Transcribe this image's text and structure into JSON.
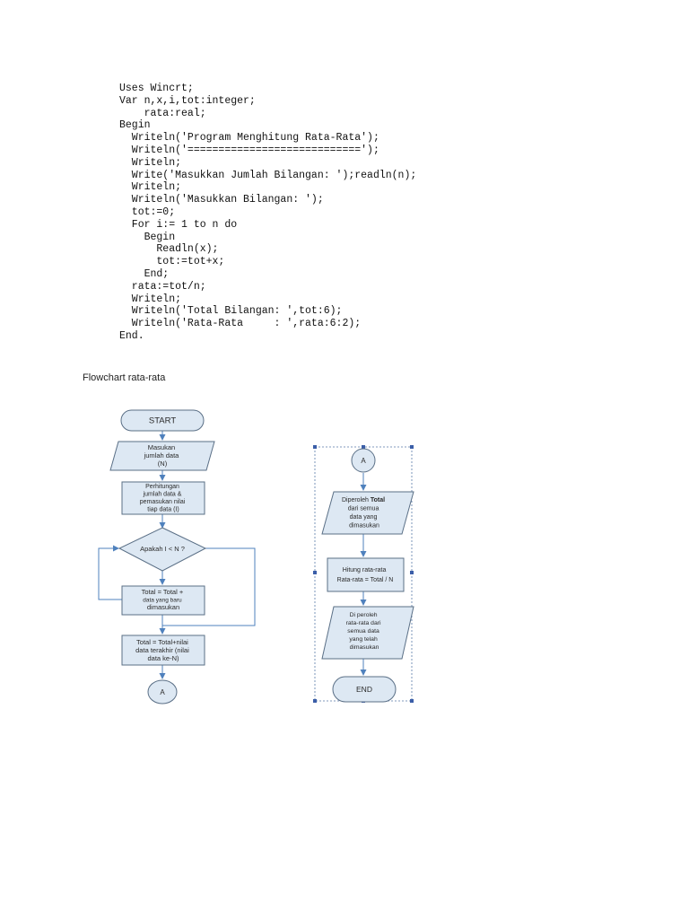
{
  "code_lines": [
    "Uses Wincrt;",
    "Var n,x,i,tot:integer;",
    "    rata:real;",
    "Begin",
    "  Writeln('Program Menghitung Rata-Rata');",
    "  Writeln('============================');",
    "  Writeln;",
    "  Write('Masukkan Jumlah Bilangan: ');readln(n);",
    "  Writeln;",
    "  Writeln('Masukkan Bilangan: ');",
    "  tot:=0;",
    "  For i:= 1 to n do",
    "    Begin",
    "      Readln(x);",
    "      tot:=tot+x;",
    "    End;",
    "  rata:=tot/n;",
    "  Writeln;",
    "  Writeln('Total Bilangan: ',tot:6);",
    "  Writeln('Rata-Rata     : ',rata:6:2);",
    "End."
  ],
  "caption": "Flowchart rata-rata",
  "flowchart_left": {
    "start": "START",
    "input": [
      "Masukan",
      "jumlah data",
      "(N)"
    ],
    "init": [
      "Perhitungan",
      "jumlah data &",
      "pemasukan nilai",
      "tiap data (I)"
    ],
    "decision": "Apakah I < N ?",
    "loop": [
      "Total = Total +",
      "data yang baru",
      "dimasukan"
    ],
    "final": [
      "Total = Total+nilai",
      "data terakhir (nilai",
      "data ke-N)"
    ],
    "connector": "A"
  },
  "flowchart_right": {
    "connector": "A",
    "output_total_pre": "Diperoleh ",
    "output_total_bold": "Total",
    "output_total_rest": [
      "dari semua",
      "data yang",
      "dimasukan"
    ],
    "process": [
      "Hitung rata-rata",
      "Rata-rata = Total / N"
    ],
    "output_avg": [
      "Di peroleh",
      "rata-rata dari",
      "semua data",
      "yang telah",
      "dimasukan"
    ],
    "end": "END"
  },
  "colors": {
    "shape_fill": "#dde8f3",
    "shape_stroke": "#5a6f86",
    "arrow": "#4f81bd",
    "selection_handle": "#3b5ea8"
  }
}
